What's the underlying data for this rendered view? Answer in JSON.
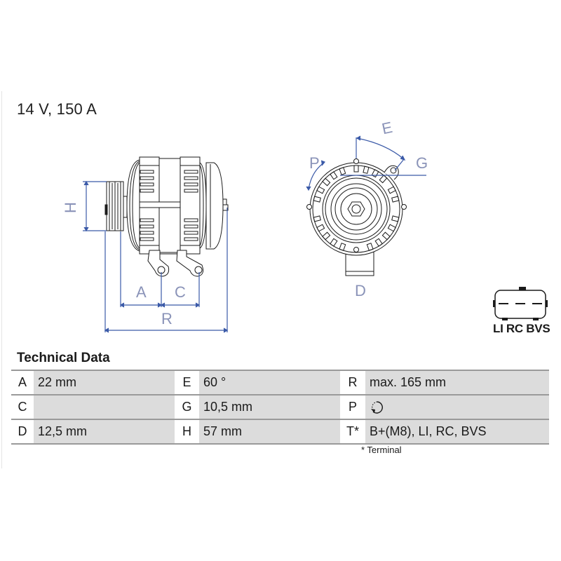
{
  "header": {
    "title": "14 V, 150 A"
  },
  "drawing": {
    "side_view_labels": {
      "H": "H",
      "A": "A",
      "C": "C",
      "R": "R"
    },
    "front_view_labels": {
      "E": "E",
      "G": "G",
      "P": "P",
      "D": "D"
    },
    "line_color": "#1a1a1a",
    "dimension_color": "#3b5aa8",
    "dimension_label_color": "#8a93b8"
  },
  "connector": {
    "label": "LI RC BVS"
  },
  "technical_data": {
    "title": "Technical Data",
    "rows": [
      [
        {
          "key": "A",
          "value": "22 mm"
        },
        {
          "key": "E",
          "value": "60 °"
        },
        {
          "key": "R",
          "value": "max. 165 mm"
        }
      ],
      [
        {
          "key": "C",
          "value": ""
        },
        {
          "key": "G",
          "value": "10,5 mm"
        },
        {
          "key": "P",
          "value": "",
          "icon": "rotation-clockwise-icon"
        }
      ],
      [
        {
          "key": "D",
          "value": "12,5 mm"
        },
        {
          "key": "H",
          "value": "57 mm"
        },
        {
          "key": "T*",
          "value": "B+(M8), LI, RC, BVS"
        }
      ]
    ],
    "footnote": "* Terminal"
  }
}
